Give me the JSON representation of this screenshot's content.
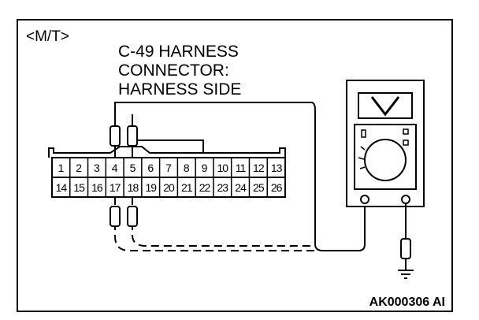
{
  "transmission_tag": "<M/T>",
  "connector_label": {
    "line1": "C-49 HARNESS",
    "line2": "CONNECTOR:",
    "line3": "HARNESS SIDE"
  },
  "connector": {
    "top_row": [
      "1",
      "2",
      "3",
      "4",
      "5",
      "6",
      "7",
      "8",
      "9",
      "10",
      "11",
      "12",
      "13"
    ],
    "bottom_row": [
      "14",
      "15",
      "16",
      "17",
      "18",
      "19",
      "20",
      "21",
      "22",
      "23",
      "24",
      "25",
      "26"
    ]
  },
  "figure_id": "AK000306 AI",
  "icons": {
    "meter": "voltmeter-icon",
    "probe": "test-probe-icon",
    "ground": "ground-symbol-icon"
  }
}
